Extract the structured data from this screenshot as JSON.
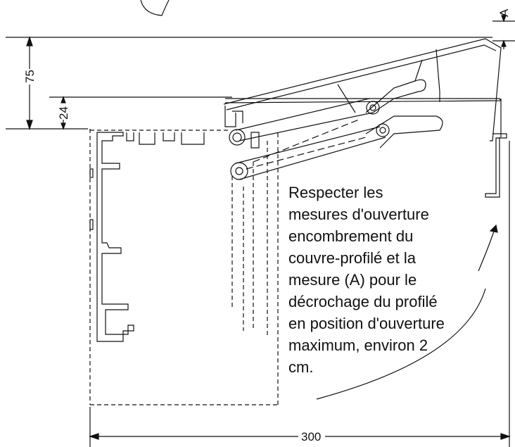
{
  "dimensions": {
    "opening_height": "75",
    "offset": "24",
    "width": "300",
    "unhook_label": "A"
  },
  "note_lines": [
    "Respecter les",
    "mesures d'ouverture",
    "encombrement du",
    "couvre-profilé et la",
    "mesure (A) pour le",
    "décrochage du profilé",
    "en position d'ouverture",
    "maximum, environ 2",
    "cm."
  ]
}
